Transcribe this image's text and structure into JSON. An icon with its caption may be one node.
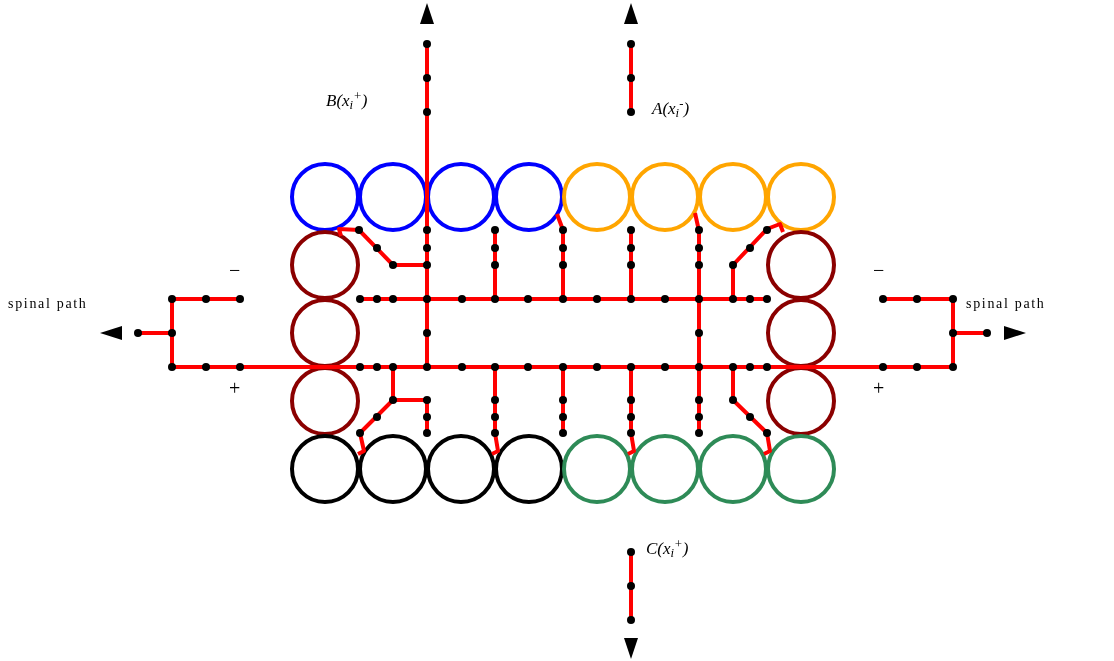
{
  "diagram": {
    "nodes": [
      {
        "text": [],
        "shape": "circle"
      },
      {
        "text": [],
        "shape": "circle"
      },
      {
        "text": [],
        "shape": "circle"
      },
      {
        "text": [],
        "shape": "circle"
      },
      {
        "text": [],
        "shape": "circle"
      },
      {
        "text": [],
        "shape": "circle"
      },
      {
        "text": [],
        "shape": "circle"
      },
      {
        "text": [],
        "shape": "circle"
      },
      {
        "text": [],
        "shape": "circle"
      },
      {
        "text": [],
        "shape": "circle"
      },
      {
        "text": [],
        "shape": "circle"
      },
      {
        "text": [],
        "shape": "circle"
      },
      {
        "text": [],
        "shape": "circle"
      },
      {
        "text": [],
        "shape": "circle"
      },
      {
        "text": [],
        "shape": "circle"
      },
      {
        "text": [],
        "shape": "circle"
      },
      {
        "text": [],
        "shape": "circle"
      },
      {
        "text": [],
        "shape": "circle"
      },
      {
        "text": [],
        "shape": "circle"
      },
      {
        "text": [],
        "shape": "circle"
      },
      {
        "text": [],
        "shape": "circle"
      },
      {
        "text": [],
        "shape": "circle"
      }
    ],
    "labels": [
      "B(x$_{i}$$^{+}$)",
      "A(x$_{i}$$^{-}$)",
      "−",
      "−",
      "spinal path",
      "spinal path",
      "+",
      "+",
      "C(x$_{i}$$^{+}$)"
    ]
  }
}
